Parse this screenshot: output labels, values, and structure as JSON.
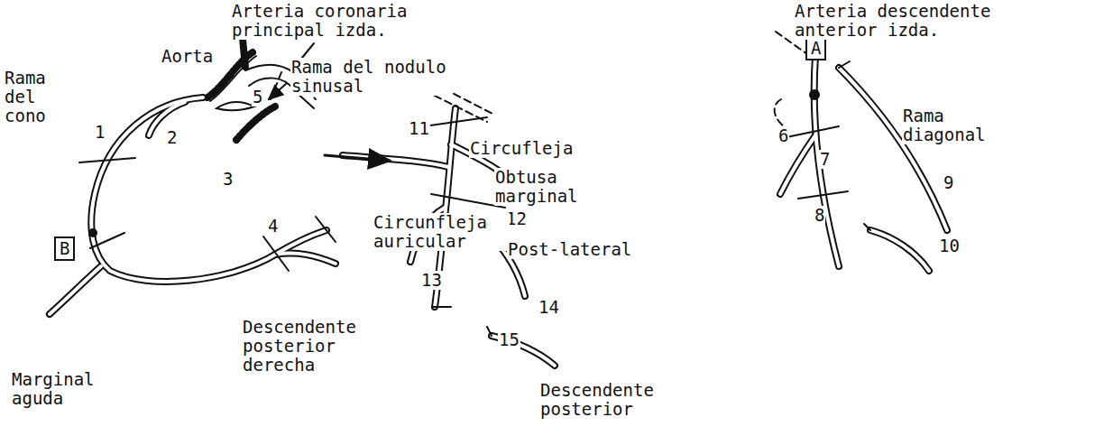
{
  "diagram": {
    "nodes": [
      {
        "text": [
          "A"
        ]
      },
      {
        "text": [
          "B"
        ]
      }
    ],
    "labels": [
      "Arteria coronaria principal izda.",
      "Aorta",
      "Rama del cono",
      "1",
      "5",
      "Rama del nodulo sinusal",
      "2",
      "3",
      "4",
      "Marginal aguda",
      "Descendente posterior derecha",
      "11",
      "Circufleja",
      "Obtusa marginal",
      "12",
      "Circunfleja auricular",
      "13",
      "Post-lateral",
      "14",
      "15",
      "Descendente posterior",
      "Arteria descendente anterior izda.",
      "6",
      "7",
      "8",
      "Rama diagonal",
      "9",
      "10"
    ]
  }
}
